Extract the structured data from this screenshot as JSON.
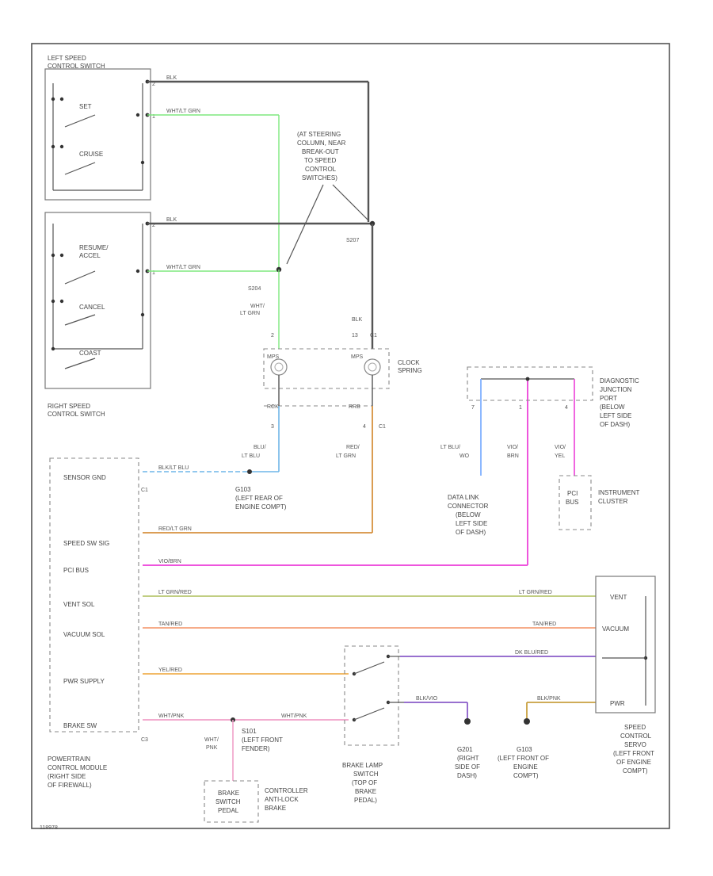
{
  "left_switch": {
    "title_line1": "LEFT SPEED",
    "title_line2": "CONTROL SWITCH",
    "set_label": "SET",
    "cruise_label": "CRUISE",
    "pin_top": "2",
    "pin_mid": "1"
  },
  "right_switch": {
    "title_line1": "RIGHT SPEED",
    "title_line2": "CONTROL SWITCH",
    "resume_line1": "RESUME/",
    "resume_line2": "ACCEL",
    "cancel_label": "CANCEL",
    "coast_label": "COAST",
    "pin_top": "2",
    "pin_mid": "1"
  },
  "wires": {
    "blk_top": "BLK",
    "whtlt_top": "WHT/LT GRN",
    "blk_mid": "BLK",
    "whtlt_mid": "WHT/LT GRN",
    "s204": "S204",
    "s207": "S207",
    "wht_ltgrn_l1": "WHT/",
    "wht_ltgrn_l2": "LT GRN",
    "blk_right": "BLK",
    "blu_ltblu_l1": "BLU/",
    "blu_ltblu_l2": "LT BLU",
    "red_ltgrn_l1": "RED/",
    "red_ltgrn_l2": "LT GRN",
    "ltblu_l1": "LT BLU/",
    "ltblu_l2": "WO",
    "vio_brn_l1": "VIO/",
    "vio_brn_l2": "BRN",
    "vio_yel_l1": "VIO/",
    "vio_yel_l2": "YEL",
    "sensor_gnd": "BLK/LT BLU",
    "speed_sw": "RED/LT GRN",
    "pci": "VIO/BRN",
    "vent": "LT GRN/RED",
    "vent_r": "LT GRN/RED",
    "vacuum": "TAN/RED",
    "vacuum_r": "TAN/RED",
    "pwr": "YEL/RED",
    "dk_blu": "DK BLU/RED",
    "brake": "WHT/PNK",
    "brake2": "WHT/PNK",
    "blk_vio": "BLK/VIO",
    "blk_pnk": "BLK/PNK",
    "wht_pnk_l1": "WHT/",
    "wht_pnk_l2": "PNK"
  },
  "clockspring": {
    "label_l1": "CLOCK",
    "label_l2": "SPRING",
    "pin_a": "MPS",
    "pin_b": "MPS",
    "pin_c": "RCK",
    "pin_d": "RRB",
    "c1": "C1",
    "c2": "C1",
    "pin_2": "2",
    "pin_3": "3",
    "pin_4": "4",
    "pin_13": "13"
  },
  "steering_note": {
    "l1": "(AT STEERING",
    "l2": "COLUMN, NEAR",
    "l3": "BREAK-OUT",
    "l4": "TO SPEED",
    "l5": "CONTROL",
    "l6": "SWITCHES)"
  },
  "ground_s103": {
    "l1": "G103",
    "l2": "(LEFT REAR OF",
    "l3": "ENGINE COMPT)"
  },
  "pcm": {
    "sensor_gnd": "SENSOR GND",
    "speed_sw_sig": "SPEED SW SIG",
    "pci_bus": "PCI BUS",
    "vent_sol": "VENT SOL",
    "vacuum_sol": "VACUUM SOL",
    "pwr_supply": "PWR SUPPLY",
    "brake_sw": "BRAKE SW",
    "c1": "C1",
    "c3": "C3",
    "l1": "POWERTRAIN",
    "l2": "CONTROL MODULE",
    "l3": "(RIGHT SIDE",
    "l4": "OF FIREWALL)"
  },
  "djp": {
    "l1": "DIAGNOSTIC",
    "l2": "JUNCTION",
    "l3": "PORT",
    "l4": "(BELOW",
    "l5": "LEFT SIDE",
    "l6": "OF DASH)",
    "pin7": "7",
    "pin1": "1",
    "pin4": "4"
  },
  "dlc": {
    "l1": "DATA LINK",
    "l2": "CONNECTOR",
    "l3": "(BELOW",
    "l4": "LEFT SIDE",
    "l5": "OF DASH)"
  },
  "cluster": {
    "l1": "INSTRUMENT",
    "l2": "CLUSTER",
    "bus_l1": "PCI",
    "bus_l2": "BUS"
  },
  "servo": {
    "vent": "VENT",
    "vacuum": "VACUUM",
    "pwr": "PWR",
    "l1": "SPEED",
    "l2": "CONTROL",
    "l3": "SERVO",
    "l4": "(LEFT FRONT",
    "l5": "OF ENGINE",
    "l6": "COMPT)"
  },
  "brake_lamp_switch": {
    "l1": "BRAKE LAMP",
    "l2": "SWITCH",
    "l3": "(TOP OF",
    "l4": "BRAKE",
    "l5": "PEDAL)"
  },
  "g201": {
    "l1": "G201",
    "l2": "(RIGHT",
    "l3": "SIDE OF",
    "l4": "DASH)"
  },
  "g103b": {
    "l1": "G103",
    "l2": "(LEFT FRONT OF",
    "l3": "ENGINE",
    "l4": "COMPT)"
  },
  "s101": {
    "l1": "S101",
    "l2": "(LEFT FRONT",
    "l3": "FENDER)"
  },
  "brake_sw_box": {
    "l1": "BRAKE",
    "l2": "SWITCH",
    "l3": "PEDAL",
    "ctrl_l1": "CONTROLLER",
    "ctrl_l2": "ANTI-LOCK",
    "ctrl_l3": "BRAKE"
  },
  "footer": "118978",
  "colors": {
    "green": "#7ee87e",
    "gray_blk": "#555555",
    "blue": "#6fb6e8",
    "orange": "#d6913e",
    "magenta": "#ee55dd",
    "olive": "#b8c770",
    "salmon": "#f4a07a",
    "yellow_orange": "#f0b050",
    "pink": "#f0a0c8",
    "purple": "#8a5cc8",
    "ltblue": "#7fb0ff",
    "dkorange": "#c8a040"
  }
}
